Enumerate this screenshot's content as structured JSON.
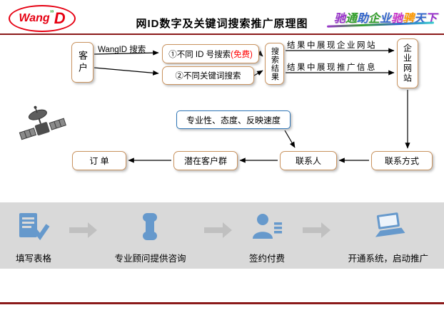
{
  "header": {
    "logo": {
      "wang": "Wang",
      "d": "D"
    },
    "title": "网ID数字及关键词搜索推广原理图",
    "slogan_chars": [
      {
        "char": "驰",
        "color": "#9933cc"
      },
      {
        "char": "通",
        "color": "#33a02c"
      },
      {
        "char": "助",
        "color": "#3366cc"
      },
      {
        "char": "企",
        "color": "#33a02c"
      },
      {
        "char": "业",
        "color": "#3366cc"
      },
      {
        "char": "驰",
        "color": "#cc33cc"
      },
      {
        "char": "骋",
        "color": "#ff9900"
      },
      {
        "char": "天",
        "color": "#3366cc"
      },
      {
        "char": "下",
        "color": "#9933cc"
      }
    ]
  },
  "flowchart": {
    "customer": "客户",
    "wangid_search_label": "WangID 搜索",
    "option1_prefix": "①不同 ID 号搜索",
    "option1_free": "(免费)",
    "option2": "②不同关键词搜索",
    "search_results": "搜索结果",
    "result_site_label": "结果中展现企业网站",
    "result_promo_label": "结果中展现推广信息",
    "enterprise_site": "企业网站",
    "contact_method": "联系方式",
    "contact_person": "联系人",
    "quality_note": "专业性、态度、反映速度",
    "potential_customers": "潜在客户群",
    "order": "订 单"
  },
  "steps": [
    {
      "icon": "form-icon",
      "label": "填写表格"
    },
    {
      "icon": "phone-icon",
      "label": "专业顾问提供咨询"
    },
    {
      "icon": "signup-person-icon",
      "label": "签约付费"
    },
    {
      "icon": "laptop-icon",
      "label": "开通系统，启动推广"
    }
  ],
  "colors": {
    "box_border": "#c9935f",
    "note_border": "#2e75b6",
    "accent_line": "#8b1a1a",
    "free_text": "#ff0000",
    "icon_blue": "#6699cc",
    "step_arrow": "#c0c0c0",
    "strip_bg": "#d9d9d9"
  }
}
